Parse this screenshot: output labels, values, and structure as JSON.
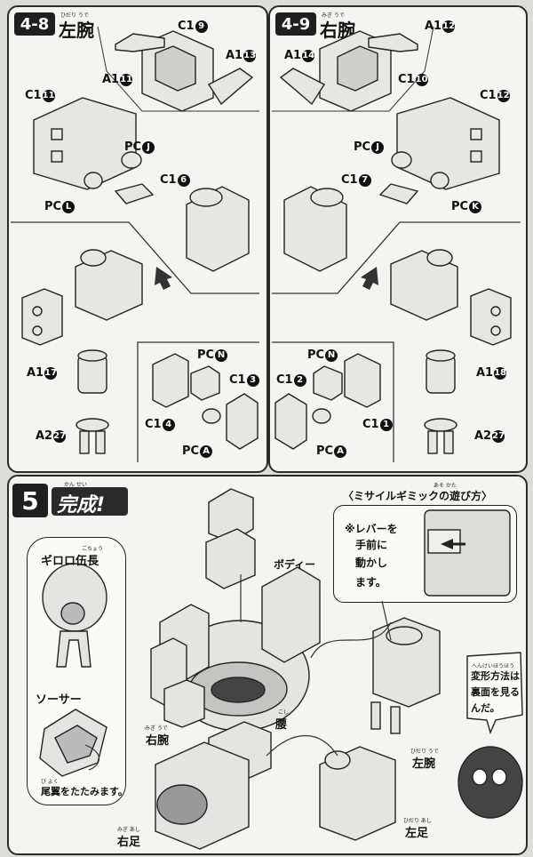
{
  "step_4_8": {
    "number": "4-8",
    "title": "左腕",
    "ruby": "ひだり うで",
    "parts": [
      {
        "text": "C1",
        "num": "9"
      },
      {
        "text": "A1",
        "num": "11"
      },
      {
        "text": "A1",
        "num": "13"
      },
      {
        "text": "C1",
        "num": "11"
      },
      {
        "text": "PC",
        "num": "J"
      },
      {
        "text": "C1",
        "num": "6"
      },
      {
        "text": "PC",
        "num": "L"
      },
      {
        "text": "A1",
        "num": "17"
      },
      {
        "text": "PC",
        "num": "N"
      },
      {
        "text": "C1",
        "num": "3"
      },
      {
        "text": "C1",
        "num": "4"
      },
      {
        "text": "PC",
        "num": "A"
      },
      {
        "text": "A2",
        "num": "27"
      }
    ]
  },
  "step_4_9": {
    "number": "4-9",
    "title": "右腕",
    "ruby": "みぎ うで",
    "parts": [
      {
        "text": "A1",
        "num": "12"
      },
      {
        "text": "A1",
        "num": "14"
      },
      {
        "text": "C1",
        "num": "10"
      },
      {
        "text": "C1",
        "num": "12"
      },
      {
        "text": "PC",
        "num": "J"
      },
      {
        "text": "C1",
        "num": "7"
      },
      {
        "text": "PC",
        "num": "K"
      },
      {
        "text": "A1",
        "num": "18"
      },
      {
        "text": "PC",
        "num": "N"
      },
      {
        "text": "C1",
        "num": "2"
      },
      {
        "text": "C1",
        "num": "1"
      },
      {
        "text": "PC",
        "num": "A"
      },
      {
        "text": "A2",
        "num": "27"
      }
    ]
  },
  "step_5": {
    "number": "5",
    "title": "完成!",
    "ruby": "かん せい",
    "gimmick_title": "〈ミサイルギミックの遊び方〉",
    "gimmick_ruby": "あそ かた",
    "gimmick_lines": [
      "※レバーを",
      "手前に",
      "動かし",
      "ます。"
    ],
    "labels": {
      "giroro": "ギロロ伍長",
      "giroro_ruby": "ごちょう",
      "saucer": "ソーサー",
      "tail": "尾翼をたたみます。",
      "tail_ruby": "び よく",
      "body": "ボディー",
      "right_arm": "右腕",
      "right_arm_ruby": "みぎ うで",
      "waist": "腰",
      "waist_ruby": "こし",
      "left_arm": "左腕",
      "left_arm_ruby": "ひだり うで",
      "right_leg": "右足",
      "right_leg_ruby": "みぎ あし",
      "left_leg": "左足",
      "left_leg_ruby": "ひだり あし"
    },
    "speech_lines": [
      "変形方法は",
      "裏面を見る",
      "んだ。"
    ],
    "speech_ruby": "へんけいほうほう"
  }
}
